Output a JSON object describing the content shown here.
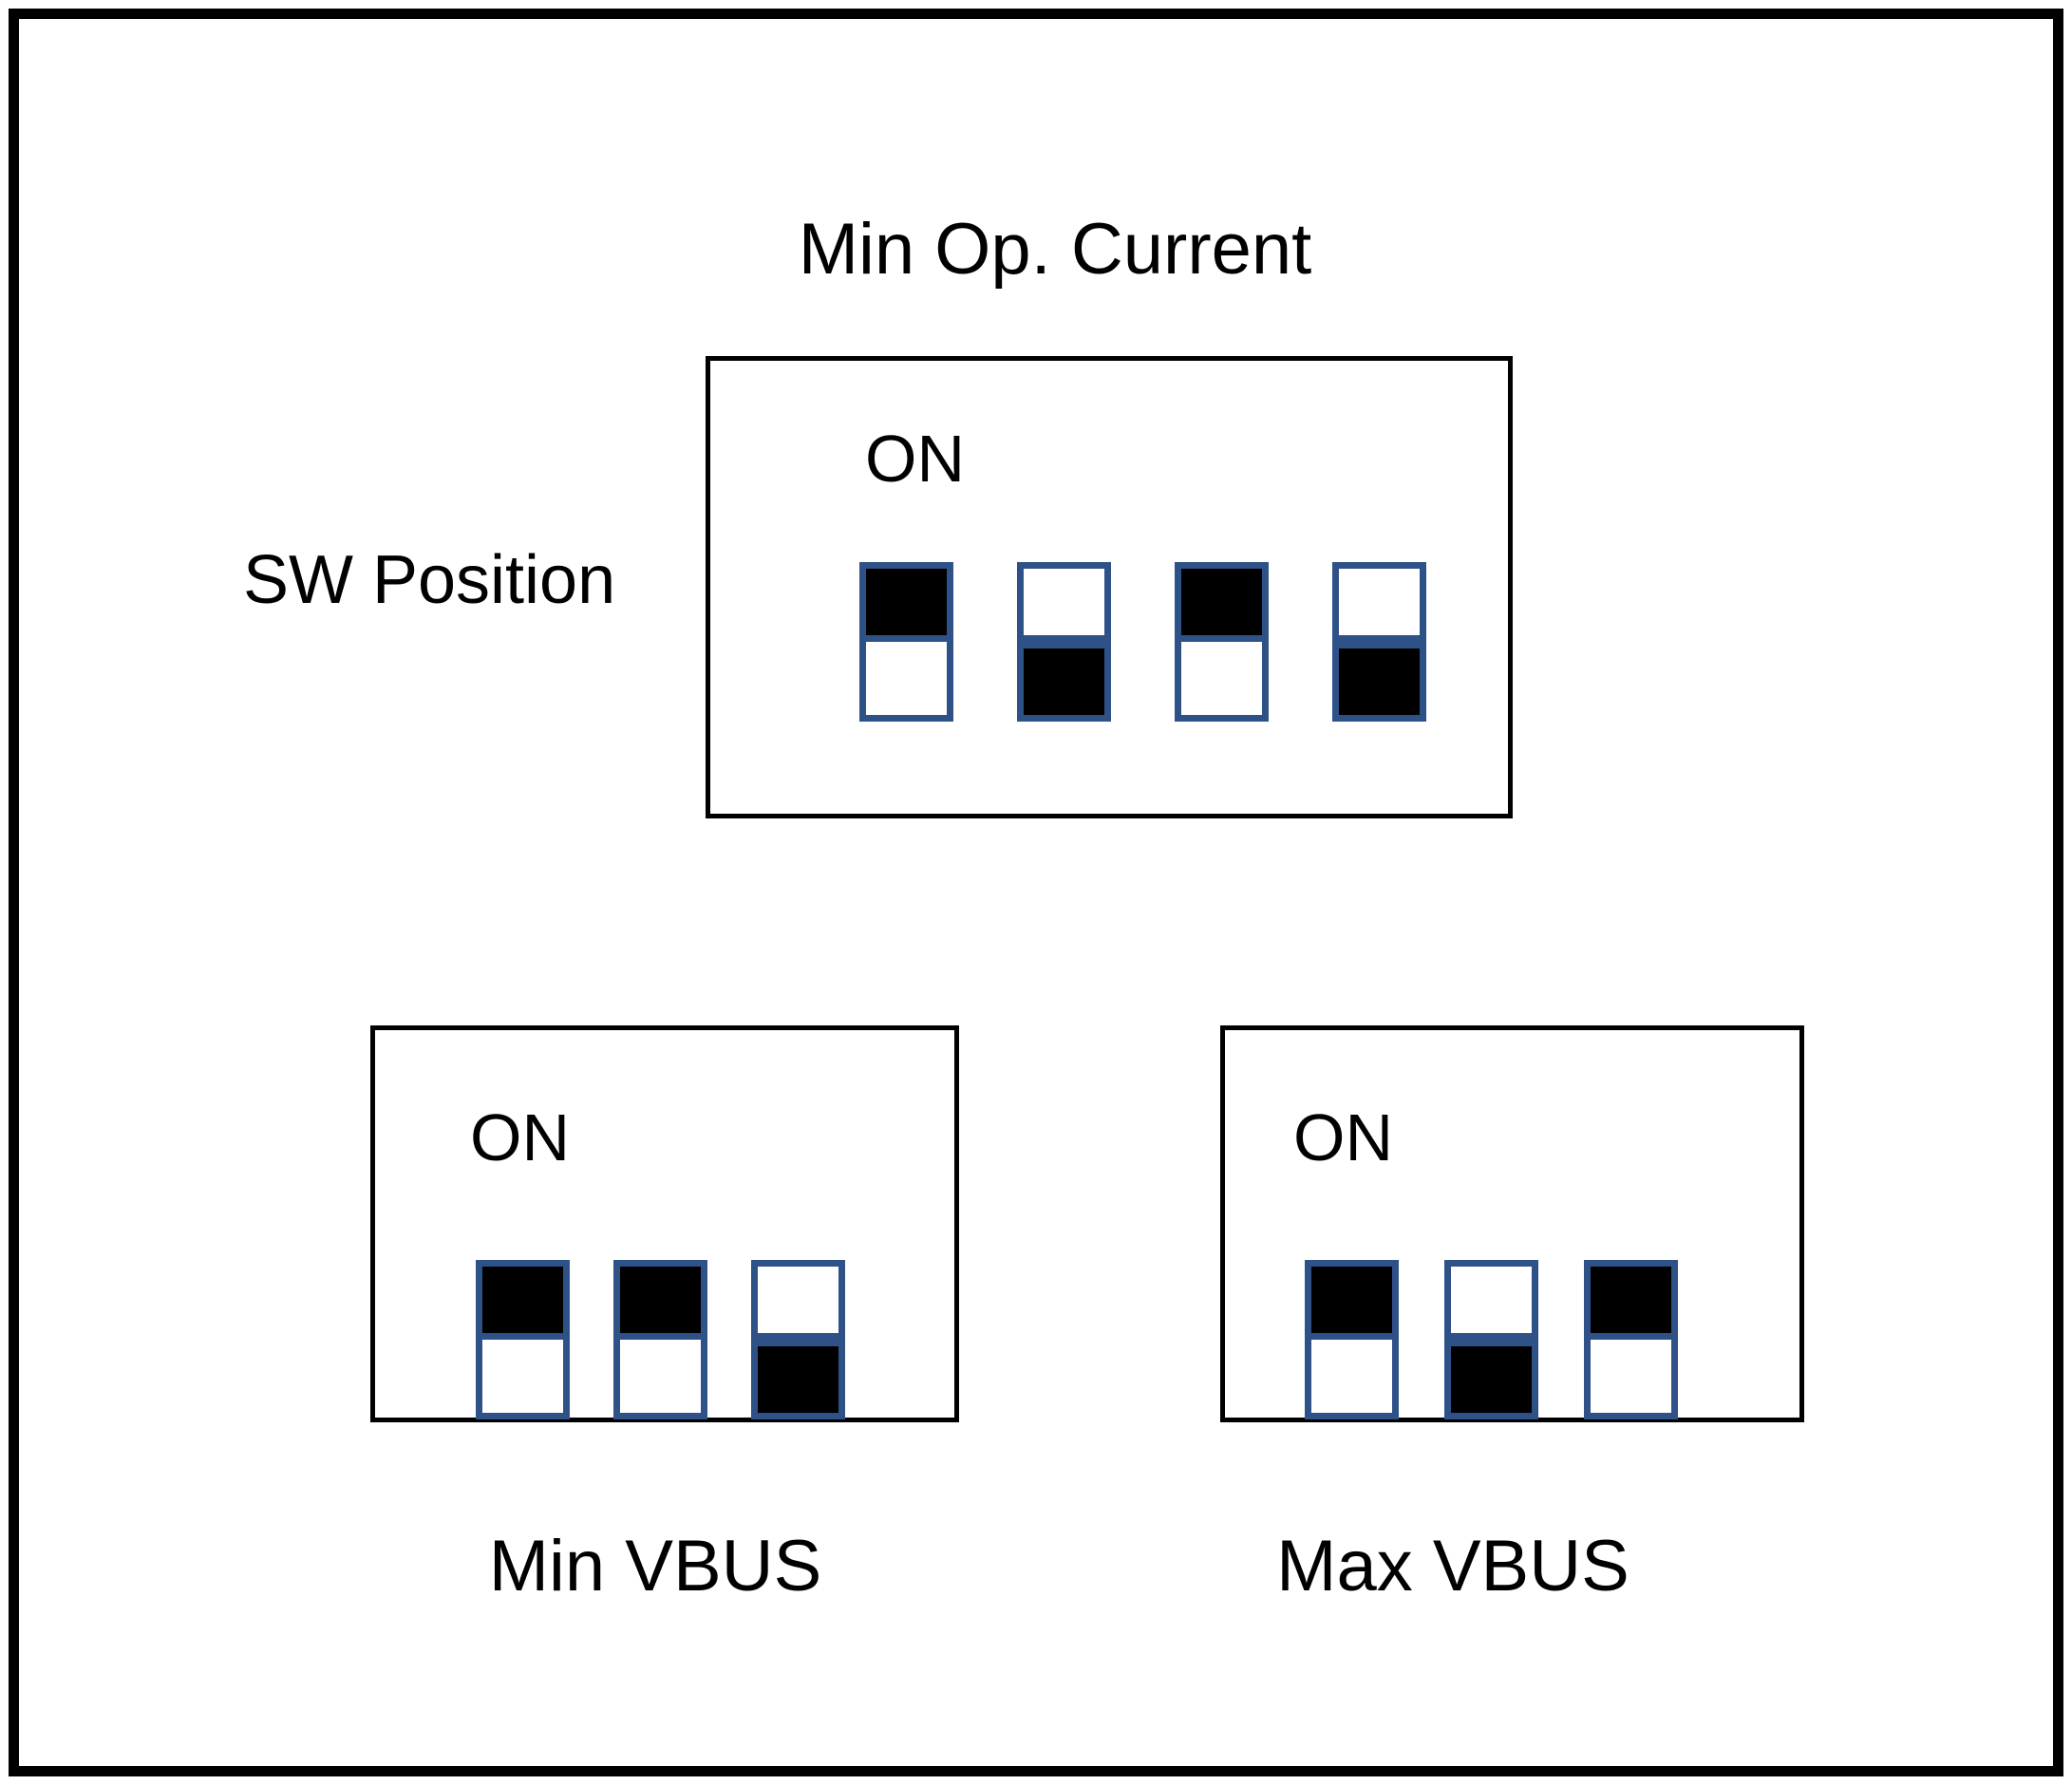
{
  "figure": {
    "title": "Min Op. Current",
    "row_label": "SW Position",
    "frame_color": "#000000",
    "switch_border_color": "#2e5288",
    "switch_fill_color": "#000000",
    "background_color": "#ffffff"
  },
  "groups": [
    {
      "id": "min-op-current",
      "caption_above": "Min Op. Current",
      "caption_below": "",
      "on_label": "ON",
      "switch_count": 4,
      "switches": [
        {
          "index": 1,
          "state": "on",
          "top_filled": true,
          "bottom_filled": false
        },
        {
          "index": 2,
          "state": "off",
          "top_filled": false,
          "bottom_filled": true
        },
        {
          "index": 3,
          "state": "on",
          "top_filled": true,
          "bottom_filled": false
        },
        {
          "index": 4,
          "state": "off",
          "top_filled": false,
          "bottom_filled": true
        }
      ]
    },
    {
      "id": "min-vbus",
      "caption_above": "",
      "caption_below": "Min VBUS",
      "on_label": "ON",
      "switch_count": 3,
      "switches": [
        {
          "index": 1,
          "state": "on",
          "top_filled": true,
          "bottom_filled": false
        },
        {
          "index": 2,
          "state": "on",
          "top_filled": true,
          "bottom_filled": false
        },
        {
          "index": 3,
          "state": "off",
          "top_filled": false,
          "bottom_filled": true
        }
      ]
    },
    {
      "id": "max-vbus",
      "caption_above": "",
      "caption_below": "Max VBUS",
      "on_label": "ON",
      "switch_count": 3,
      "switches": [
        {
          "index": 1,
          "state": "on",
          "top_filled": true,
          "bottom_filled": false
        },
        {
          "index": 2,
          "state": "off",
          "top_filled": false,
          "bottom_filled": true
        },
        {
          "index": 3,
          "state": "on",
          "top_filled": true,
          "bottom_filled": false
        }
      ]
    }
  ]
}
